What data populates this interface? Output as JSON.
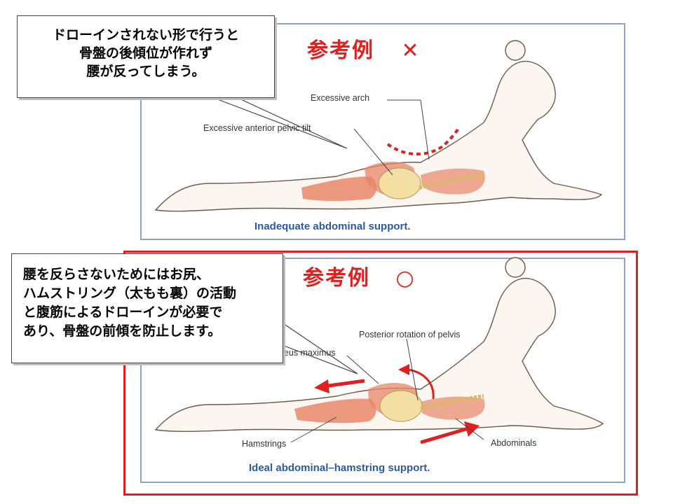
{
  "top": {
    "callout_line1": "ドローインされない形で行うと",
    "callout_line2": "骨盤の後傾位が作れず",
    "callout_line3": "腰が反ってしまう。",
    "title": "参考例",
    "mark": "✕",
    "label_arch": "Excessive arch",
    "label_tilt": "Excessive anterior pelvic tilt",
    "caption": "Inadequate abdominal support."
  },
  "bottom": {
    "callout_line1": "腰を反らさないためにはお尻、",
    "callout_line2": "ハムストリング（太もも裏）の活動",
    "callout_line3": "と腹筋によるドローインが必要で",
    "callout_line4": "あり、骨盤の前傾を防止します。",
    "title": "参考例",
    "mark": "○",
    "label_posterior": "Posterior rotation of pelvis",
    "label_gluteus": "Gluteus maximus",
    "label_hamstrings": "Hamstrings",
    "label_abdominals": "Abdominals",
    "caption": "Ideal abdominal–hamstring support."
  },
  "colors": {
    "accent_red": "#e02020",
    "panel_border": "#8fa3c8",
    "caption_blue": "#2b5aa0",
    "muscle": "#e8876a",
    "bone": "#f3dfa3"
  }
}
